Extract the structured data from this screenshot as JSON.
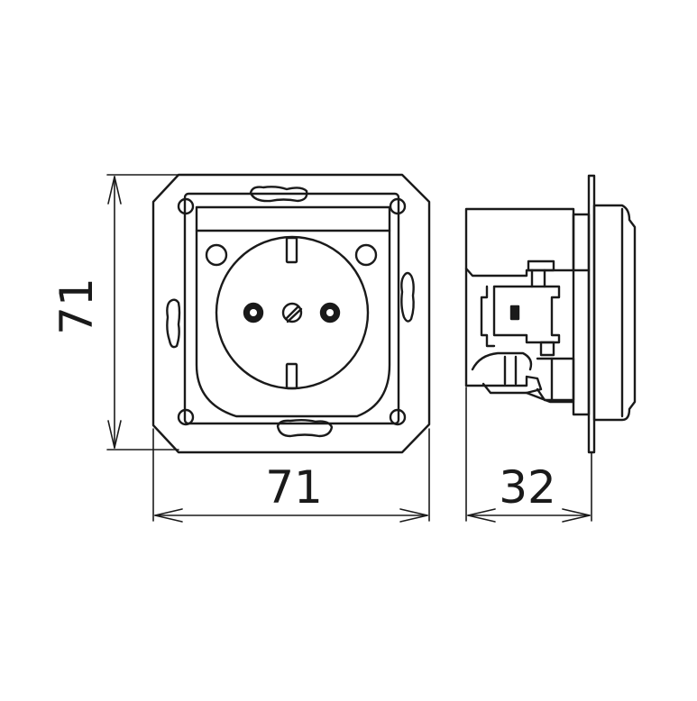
{
  "drawing": {
    "dimensions": {
      "height": "71",
      "width": "71",
      "depth": "32"
    },
    "colors": {
      "line": "#1a1a1a",
      "background": "#ffffff"
    },
    "views": [
      "front-view",
      "side-view"
    ]
  }
}
